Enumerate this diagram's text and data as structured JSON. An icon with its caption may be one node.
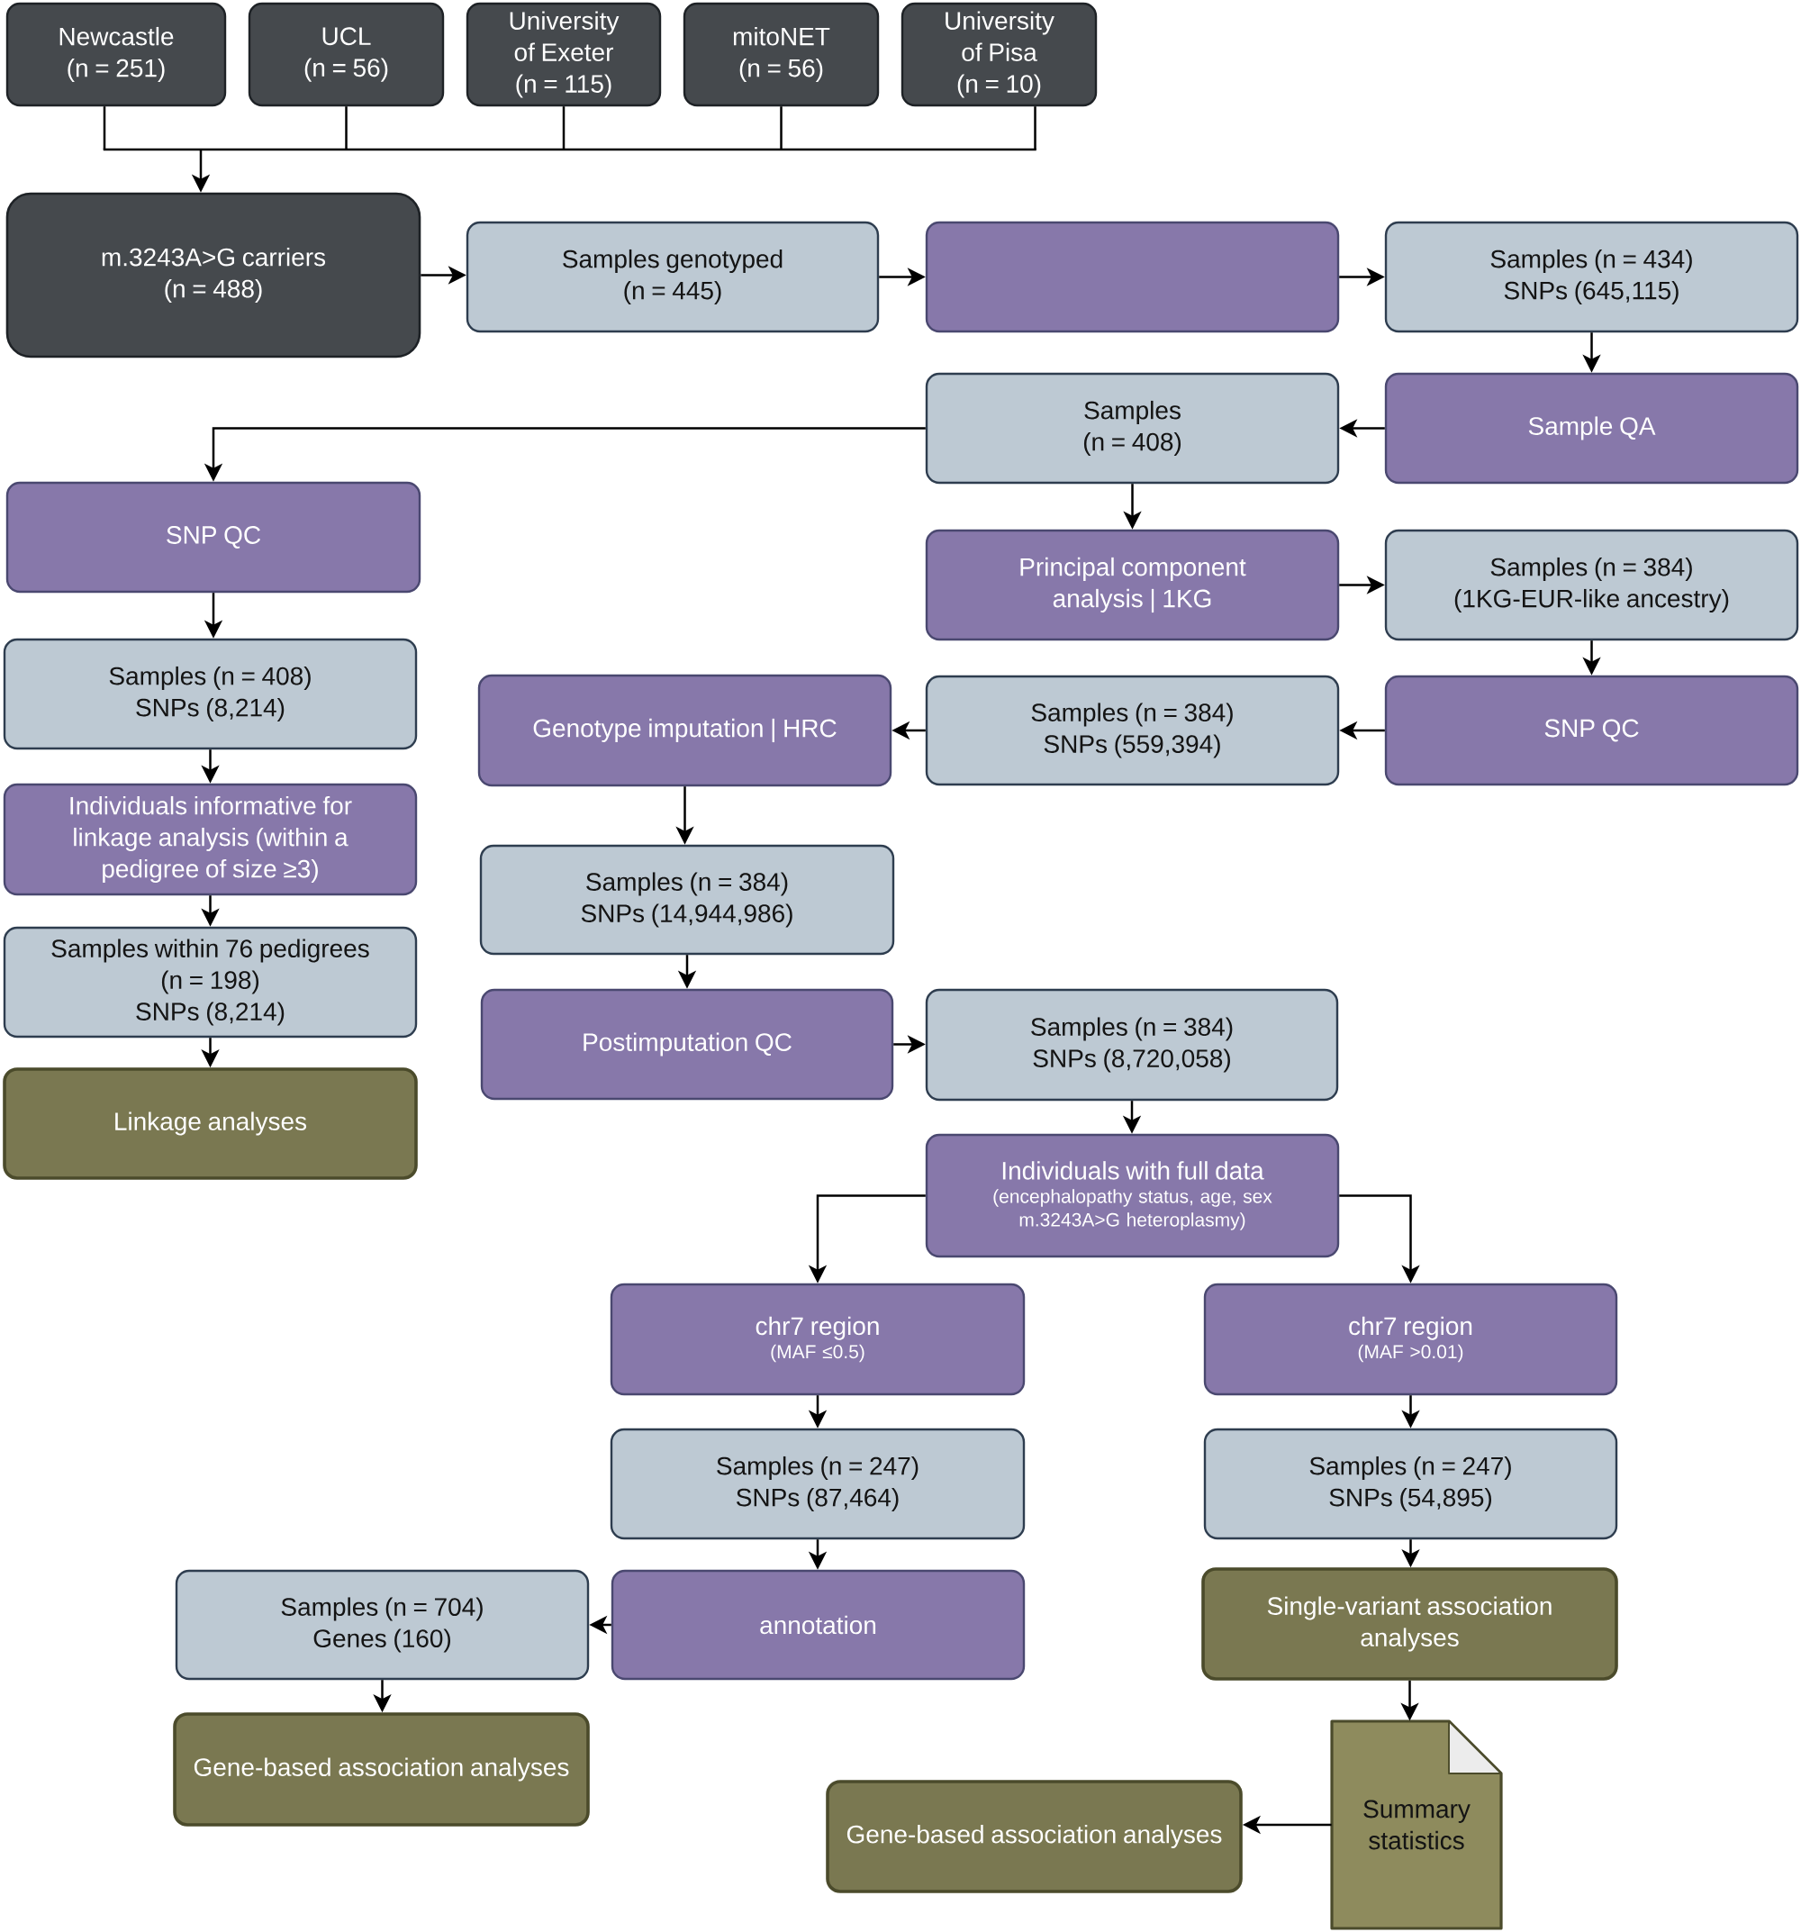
{
  "diagram": {
    "nodes": [
      {
        "text": [
          "Newcastle (n = 251)"
        ]
      },
      {
        "text": [
          "UCL (n = 56)"
        ]
      },
      {
        "text": [
          "University of Exeter (n = 115)"
        ]
      },
      {
        "text": [
          "mitoNET (n = 56)"
        ]
      },
      {
        "text": [
          "University of Pisa (n = 10)"
        ]
      },
      {
        "text": [
          "m.3243A>G carriers (n = 488)"
        ]
      },
      {
        "text": [
          "Samples genotyped (n = 445)"
        ]
      },
      {
        "text": [],
        "shape": "box"
      },
      {
        "text": [
          "Samples (n = 434) SNPs (645,115)"
        ]
      },
      {
        "text": [
          "Samples (n = 408)"
        ]
      },
      {
        "text": [
          "Sample QA"
        ]
      },
      {
        "text": [
          "SNP QC"
        ]
      },
      {
        "text": [
          "Principal component analysis | 1KG"
        ]
      },
      {
        "text": [
          "Samples (n = 384) (1KG-EUR-like ancestry)"
        ]
      },
      {
        "text": [
          "Samples (n = 408) SNPs (8,214)"
        ]
      },
      {
        "text": [
          "Genotype imputation | HRC"
        ]
      },
      {
        "text": [
          "Samples (n = 384) SNPs (559,394)"
        ]
      },
      {
        "text": [
          "SNP QC"
        ]
      },
      {
        "text": [
          "Individuals informative for linkage analysis (within a pedigree of size ≥3)"
        ]
      },
      {
        "text": [
          "Samples (n = 384) SNPs (14,944,986)"
        ]
      },
      {
        "text": [
          "Samples within 76 pedigrees (n = 198) SNPs (8,214)"
        ]
      },
      {
        "text": [
          "Postimputation QC"
        ]
      },
      {
        "text": [
          "Samples (n = 384) SNPs (8,720,058)"
        ]
      },
      {
        "text": [
          "Linkage analyses"
        ]
      },
      {
        "text": [
          "Individuals with full data",
          "(encephalopathy status, age, sex m.3243A>G heteroplasmy)"
        ]
      },
      {
        "text": [
          "chr7 region",
          "(MAF ≤0.5)"
        ]
      },
      {
        "text": [
          "chr7 region",
          "(MAF >0.01)"
        ]
      },
      {
        "text": [
          "Samples (n = 247) SNPs (87,464)"
        ]
      },
      {
        "text": [
          "Samples (n = 247) SNPs (54,895)"
        ]
      },
      {
        "text": [
          "Samples (n = 704) Genes (160)"
        ]
      },
      {
        "text": [
          "annotation"
        ]
      },
      {
        "text": [
          "Single-variant association analyses"
        ]
      },
      {
        "text": [
          "Gene-based association analyses"
        ]
      },
      {
        "text": [
          "Summary statistics"
        ]
      },
      {
        "text": [
          "Gene-based association analyses"
        ]
      }
    ],
    "edges": [
      {
        "from": 0,
        "to": 5,
        "arrow": "to"
      },
      {
        "from": 1,
        "to": 5,
        "arrow": "to"
      },
      {
        "from": 2,
        "to": 5,
        "arrow": "to"
      },
      {
        "from": 3,
        "to": 5,
        "arrow": "to"
      },
      {
        "from": 4,
        "to": 5,
        "arrow": "to"
      },
      {
        "from": 5,
        "to": 6,
        "arrow": "to"
      },
      {
        "from": 6,
        "to": 7,
        "arrow": "to"
      },
      {
        "from": 7,
        "to": 8,
        "arrow": "to"
      },
      {
        "from": 8,
        "to": 10,
        "arrow": "to"
      },
      {
        "from": 10,
        "to": 9,
        "arrow": "to"
      },
      {
        "from": 9,
        "to": 11,
        "arrow": "to"
      },
      {
        "from": 9,
        "to": 12,
        "arrow": "to"
      },
      {
        "from": 12,
        "to": 13,
        "arrow": "to"
      },
      {
        "from": 13,
        "to": 17,
        "arrow": "to"
      },
      {
        "from": 17,
        "to": 16,
        "arrow": "to"
      },
      {
        "from": 16,
        "to": 15,
        "arrow": "to"
      },
      {
        "from": 11,
        "to": 14,
        "arrow": "to"
      },
      {
        "from": 14,
        "to": 18,
        "arrow": "to"
      },
      {
        "from": 18,
        "to": 20,
        "arrow": "to"
      },
      {
        "from": 20,
        "to": 23,
        "arrow": "to"
      },
      {
        "from": 15,
        "to": 19,
        "arrow": "to"
      },
      {
        "from": 19,
        "to": 21,
        "arrow": "to"
      },
      {
        "from": 21,
        "to": 22,
        "arrow": "to"
      },
      {
        "from": 22,
        "to": 24,
        "arrow": "to"
      },
      {
        "from": 24,
        "to": 25,
        "arrow": "to"
      },
      {
        "from": 24,
        "to": 26,
        "arrow": "to"
      },
      {
        "from": 25,
        "to": 27,
        "arrow": "to"
      },
      {
        "from": 26,
        "to": 28,
        "arrow": "to"
      },
      {
        "from": 27,
        "to": 30,
        "arrow": "to"
      },
      {
        "from": 30,
        "to": 29,
        "arrow": "to"
      },
      {
        "from": 29,
        "to": 32,
        "arrow": "to"
      },
      {
        "from": 28,
        "to": 31,
        "arrow": "to"
      },
      {
        "from": 31,
        "to": 33,
        "arrow": "to"
      },
      {
        "from": 33,
        "to": 34,
        "arrow": "to"
      }
    ]
  }
}
